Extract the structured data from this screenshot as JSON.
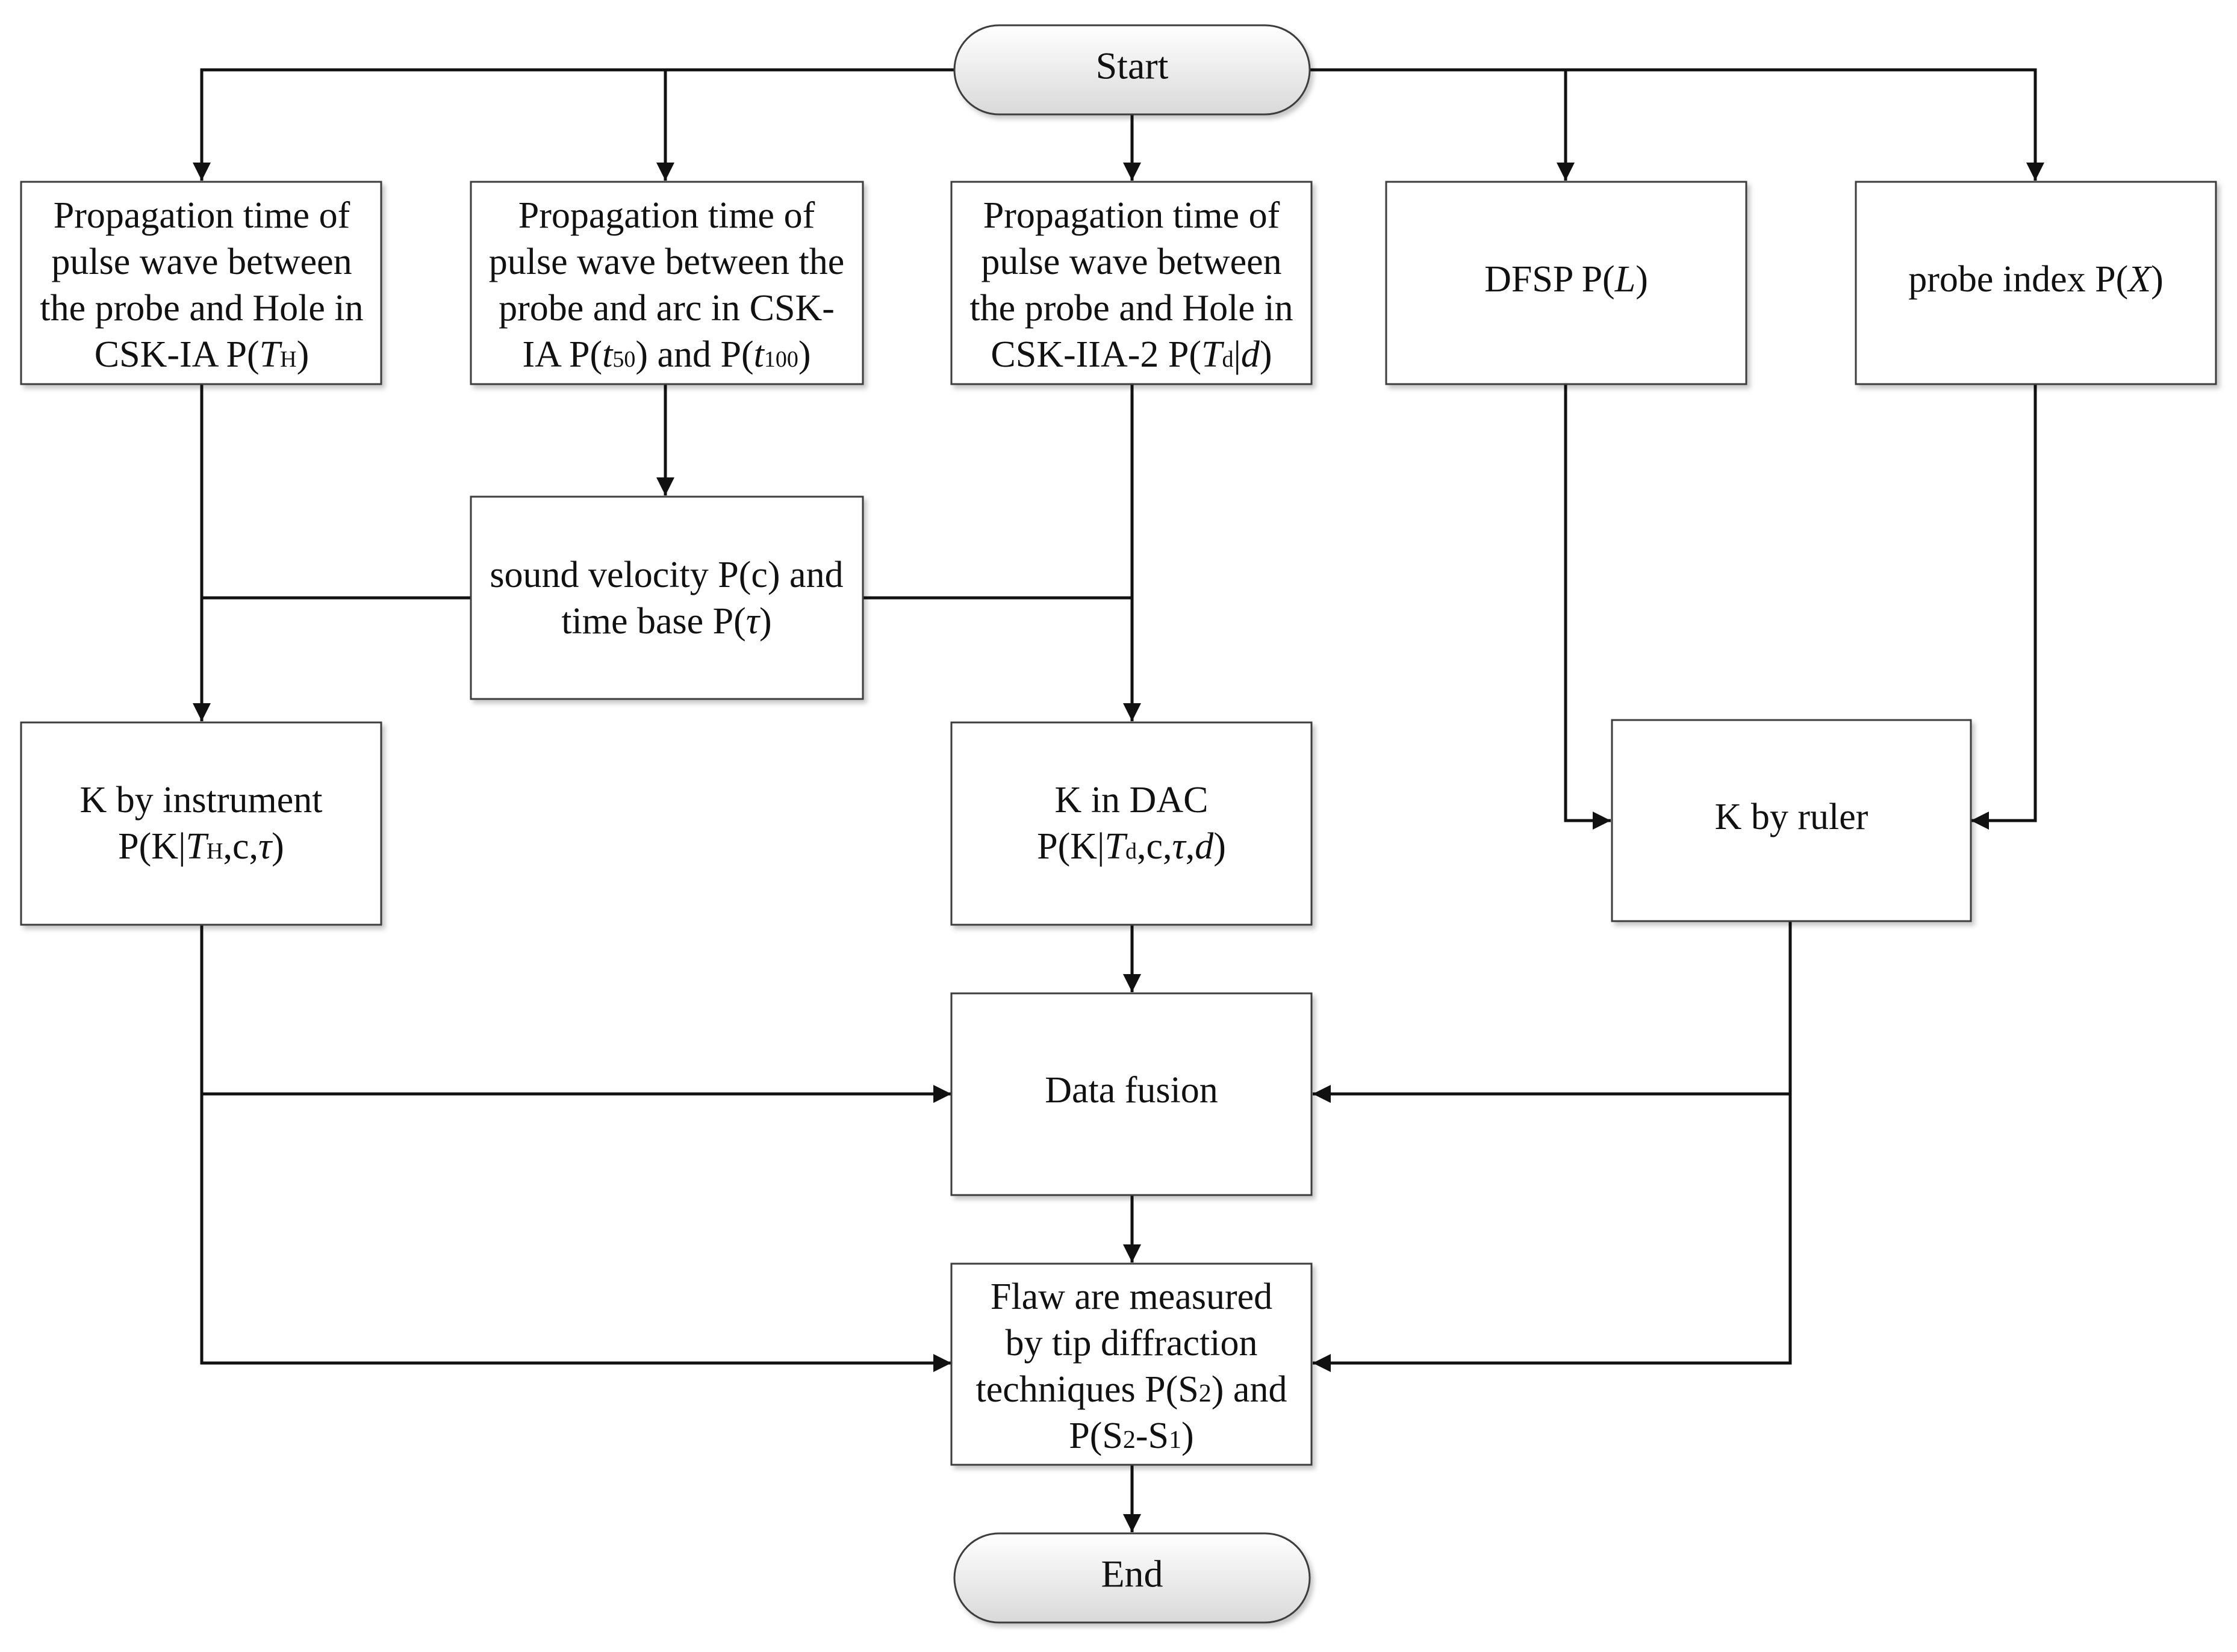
{
  "flowchart": {
    "start": {
      "label": "Start"
    },
    "end": {
      "label": "End"
    },
    "pt_hole_ia": {
      "line1": "Propagation time of",
      "line2": "pulse wave between",
      "line3": "the probe and Hole in",
      "line4_pre": "CSK-IA P(",
      "line4_var": "T",
      "line4_sub": "H",
      "line4_post": ")"
    },
    "pt_arc_ia": {
      "line1": "Propagation time of",
      "line2": "pulse wave between the",
      "line3": "probe and arc in CSK-",
      "line4_pre": "IA P(",
      "line4_var1": "t",
      "line4_sub1": "50",
      "line4_mid": ") and P(",
      "line4_var2": "t",
      "line4_sub2": "100",
      "line4_post": ")"
    },
    "pt_hole_iia": {
      "line1": "Propagation time of",
      "line2": "pulse wave between",
      "line3": "the probe and Hole in",
      "line4_pre": "CSK-IIA-2 P(",
      "line4_var": "T",
      "line4_sub": "d",
      "line4_bar": "|",
      "line4_var2": "d",
      "line4_post": ")"
    },
    "dfsp": {
      "pre": "DFSP P(",
      "var": "L",
      "post": ")"
    },
    "probe_index": {
      "pre": "probe index P(",
      "var": "X",
      "post": ")"
    },
    "sound_velocity": {
      "line1": "sound velocity P(c) and",
      "line2_pre": "time base P(",
      "line2_var": "τ",
      "line2_post": ")"
    },
    "k_instrument": {
      "line1": "K by instrument",
      "line2_pre": "P(K|",
      "line2_var": "T",
      "line2_sub": "H",
      "line2_mid": ",c,",
      "line2_var2": "τ",
      "line2_post": ")"
    },
    "k_dac": {
      "line1": "K in DAC",
      "line2_pre": "P(K|",
      "line2_var": "T",
      "line2_sub": "d",
      "line2_mid": ",c,",
      "line2_var2": "τ",
      "line2_sep": ",",
      "line2_var3": "d",
      "line2_post": ")"
    },
    "k_ruler": {
      "label": "K by ruler"
    },
    "data_fusion": {
      "label": "Data fusion"
    },
    "flaw": {
      "line1": "Flaw are measured",
      "line2": "by tip diffraction",
      "line3_pre": "techniques P(S",
      "line3_sub": "2",
      "line3_post": ") and",
      "line4_pre": "P(S",
      "line4_sub1": "2",
      "line4_mid": "-S",
      "line4_sub2": "1",
      "line4_post": ")"
    }
  },
  "colors": {
    "box_border": "#3d3d3d",
    "arrow": "#111111",
    "text": "#111111",
    "terminal_fill_top": "#ffffff",
    "terminal_fill_bottom": "#d9d9d9"
  }
}
